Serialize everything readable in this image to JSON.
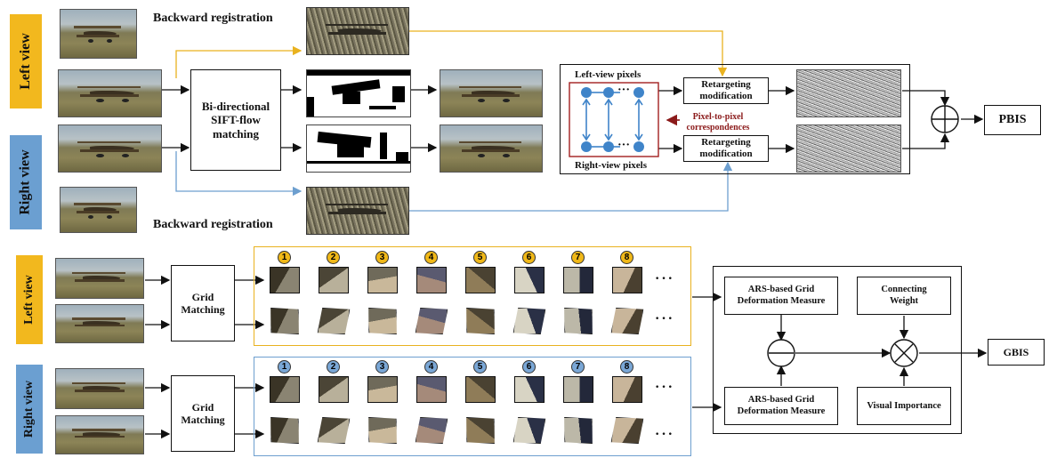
{
  "colors": {
    "left_view": "#f2b81e",
    "right_view": "#6b9fd1",
    "left_arrow": "#e9b21f",
    "right_arrow": "#6d9fcf",
    "node_fill": "#3f84c9",
    "corr_box": "#a32020",
    "pixel_corr_text": "#8b1a1a",
    "patch_badge_left": "#f0b818",
    "patch_badge_right": "#7aa7d6"
  },
  "top": {
    "left_view_label": "Left view",
    "right_view_label": "Right view",
    "backward_registration_top": "Backward registration",
    "backward_registration_bottom": "Backward registration",
    "sift_flow_box": "Bi-directional SIFT-flow matching",
    "left_view_pixels": "Left-view pixels",
    "right_view_pixels": "Right-view pixels",
    "pixel_correspondences": "Pixel-to-pixel correspondences",
    "retarget_top": "Retargeting modification",
    "retarget_bottom": "Retargeting modification",
    "combine_symbol": "⊕",
    "output": "PBIS",
    "ellipsis_top": "···",
    "ellipsis_bottom": "···"
  },
  "bottom": {
    "left_view_label": "Left view",
    "right_view_label": "Right view",
    "grid_matching_left": "Grid Matching",
    "grid_matching_right": "Grid Matching",
    "patch_numbers": [
      "1",
      "2",
      "3",
      "4",
      "5",
      "6",
      "7",
      "8"
    ],
    "ellipsis": "···",
    "ars_top": "ARS-based Grid Deformation Measure",
    "ars_bottom": "ARS-based Grid Deformation Measure",
    "connecting_weight": "Connecting Weight",
    "visual_importance": "Visual Importance",
    "minus_symbol": "⊖",
    "times_symbol": "⊗",
    "output": "GBIS"
  }
}
